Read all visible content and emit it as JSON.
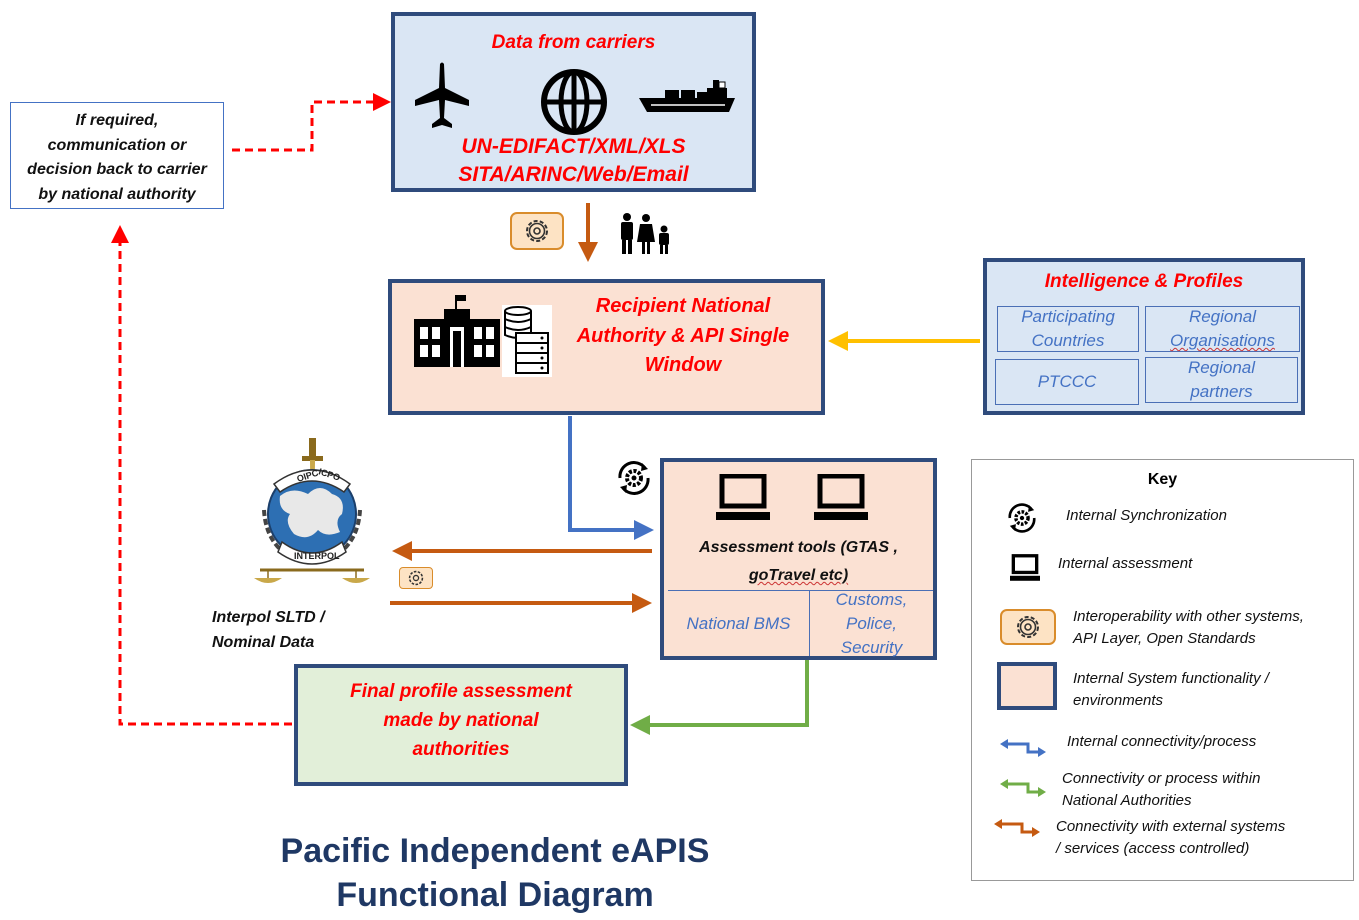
{
  "carriers": {
    "title": "Data from carriers",
    "formats_line1": "UN-EDIFACT/XML/XLS",
    "formats_line2": "SITA/ARINC/Web/Email",
    "icons": [
      "airplane-icon",
      "globe-icon",
      "ship-icon"
    ]
  },
  "carrier_feedback": {
    "lines": [
      "If required,",
      "communication or",
      "decision back to carrier",
      "by national authority"
    ]
  },
  "recipient": {
    "lines": [
      "Recipient National",
      "Authority & API Single",
      "Window"
    ],
    "icons": [
      "government-building-icon",
      "database-server-icon"
    ]
  },
  "intelligence": {
    "title": "Intelligence & Profiles",
    "cells": [
      {
        "lines": [
          "Participating",
          "Countries"
        ]
      },
      {
        "lines": [
          "Regional",
          "Organisations"
        ]
      },
      {
        "lines": [
          "PTCCC"
        ]
      },
      {
        "lines": [
          "Regional",
          "partners"
        ]
      }
    ]
  },
  "assessment": {
    "line1": "Assessment tools (GTAS ,",
    "line2": "goTravel etc)",
    "sub_left": "National BMS",
    "sub_right": [
      "Customs,",
      "Police,",
      "Security"
    ]
  },
  "interpol": {
    "emblem_text": [
      "OIPC",
      "ICPO",
      "INTERPOL"
    ],
    "caption": [
      "Interpol SLTD /",
      "Nominal Data"
    ]
  },
  "final": {
    "lines": [
      "Final profile assessment",
      "made by national",
      "authorities"
    ]
  },
  "diagram_title": {
    "line1": "Pacific Independent eAPIS",
    "line2": "Functional Diagram"
  },
  "key": {
    "title": "Key",
    "items": [
      {
        "icon": "sync-gear-icon",
        "lines": [
          "Internal Synchronization"
        ]
      },
      {
        "icon": "laptop-icon",
        "lines": [
          "Internal assessment"
        ]
      },
      {
        "icon": "gear-badge-icon",
        "lines": [
          "Interoperability with other systems,",
          "API Layer, Open Standards"
        ]
      },
      {
        "icon": "system-box-icon",
        "lines": [
          "Internal System functionality /",
          "environments"
        ]
      },
      {
        "icon": "blue-arrows-icon",
        "lines": [
          "Internal connectivity/process"
        ]
      },
      {
        "icon": "green-arrows-icon",
        "lines": [
          "Connectivity or process within",
          "National Authorities"
        ]
      },
      {
        "icon": "orange-arrows-icon",
        "lines": [
          "Connectivity with external systems",
          "/ services (access controlled)"
        ]
      }
    ]
  },
  "colors": {
    "box_border": "#2f4b7c",
    "carriers_fill": "#dae6f4",
    "system_fill": "#fbe1d3",
    "final_fill": "#e2efd9",
    "red_text": "#ff0000",
    "orange": "#c55a11",
    "blue": "#4472c4",
    "green": "#70ad47",
    "yellow": "#ffc000",
    "title": "#1f3864"
  }
}
